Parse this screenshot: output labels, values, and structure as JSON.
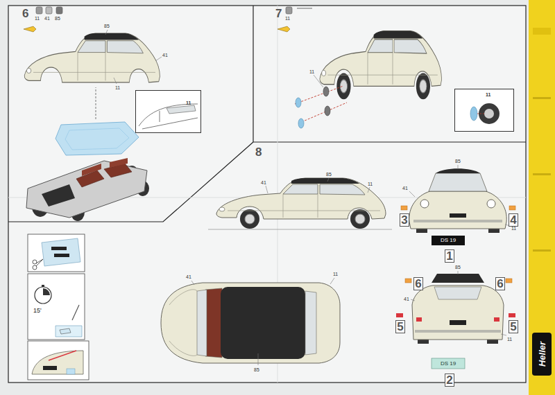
{
  "diagram": {
    "nodes": [
      {
        "text": [
          "6"
        ]
      },
      {
        "text": [
          "11"
        ],
        "in": 0
      },
      {
        "text": [
          "7"
        ]
      },
      {
        "text": [
          "11"
        ],
        "in": 2
      },
      {
        "text": [
          "8"
        ]
      },
      {
        "text": [
          "3"
        ],
        "in": 4
      },
      {
        "text": [
          "4"
        ],
        "in": 4
      },
      {
        "text": [
          "1"
        ],
        "in": 4
      },
      {
        "text": [
          "6"
        ],
        "in": 4
      },
      {
        "text": [
          "6"
        ],
        "in": 4
      },
      {
        "text": [
          "5"
        ],
        "in": 4
      },
      {
        "text": [
          "5"
        ],
        "in": 4
      },
      {
        "text": [
          "2"
        ],
        "in": 4
      },
      {
        "text": [
          "Heller"
        ]
      }
    ],
    "labels": [
      "11",
      "41",
      "85",
      "85",
      "41",
      "11",
      "11",
      "11",
      "85",
      "41",
      "11",
      "85",
      "41",
      "11",
      "DS 19",
      "15'",
      "41",
      "11",
      "85",
      "85",
      "41",
      "11",
      "DS 19"
    ]
  }
}
